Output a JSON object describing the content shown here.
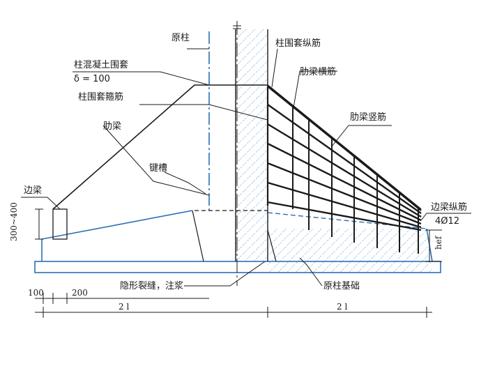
{
  "colors": {
    "ink": "#1a1a1a",
    "blue": "#2b6fb5",
    "hatch": "#5aa0d8",
    "background": "#ffffff"
  },
  "labels": {
    "original_column": "原柱",
    "column_jacket": "柱混凝土围套",
    "delta_100": "δ = 100",
    "jacket_longitudinal": "柱围套纵筋",
    "jacket_stirrup": "柱围套箍筋",
    "rib_transverse": "肋梁横筋",
    "rib_beam": "肋梁",
    "rib_vertical": "肋梁竖筋",
    "key_groove": "键槽",
    "edge_beam": "边梁",
    "edge_beam_rebar": "边梁纵筋",
    "edge_beam_rebar_spec": "4Ø12",
    "hidden_crack": "隐形裂缝，注浆",
    "original_foundation": "原柱基础",
    "hef": "hef"
  },
  "dimensions": {
    "edge_beam_height": "300~400",
    "d100": "100",
    "d200": "200",
    "span_left": "2 l",
    "span_right": "2 l"
  }
}
